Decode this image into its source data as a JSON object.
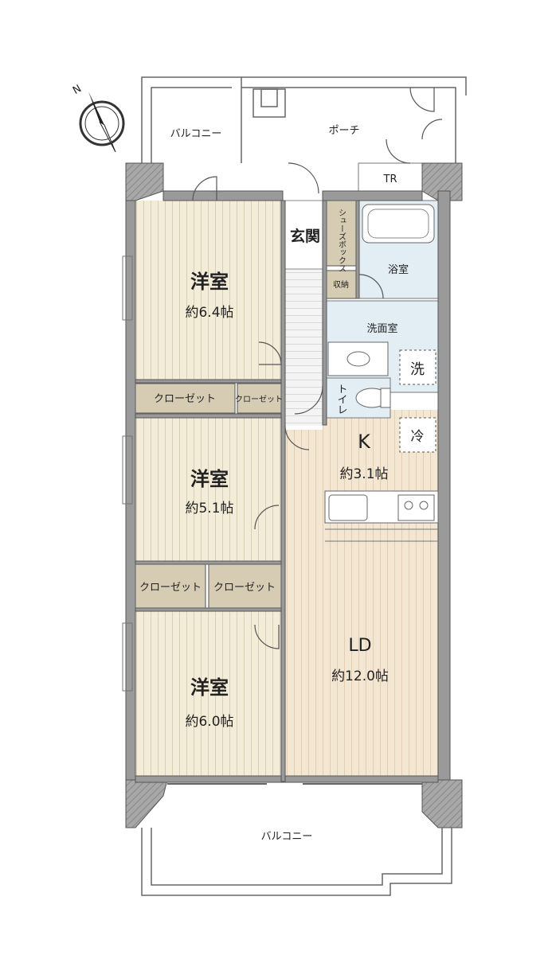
{
  "labels": {
    "balcony_top": "バルコニー",
    "porch": "ポーチ",
    "tr": "TR",
    "genkan": "玄関",
    "shoes_box": "シューズボックス",
    "shuno": "収納",
    "bath": "浴室",
    "washroom": "洗面室",
    "washer": "洗",
    "toilet": "トイレ",
    "fridge": "冷",
    "kitchen_name": "K",
    "kitchen_size": "約3.1帖",
    "room1_name": "洋室",
    "room1_size": "約6.4帖",
    "closet1": "クローゼット",
    "closet2": "クローゼット",
    "room2_name": "洋室",
    "room2_size": "約5.1帖",
    "closet3": "クローゼット",
    "closet4": "クローゼット",
    "room3_name": "洋室",
    "room3_size": "約6.0帖",
    "ld_name": "LD",
    "ld_size": "約12.0帖",
    "balcony_bottom": "バルコニー",
    "compass_n": "N"
  },
  "colors": {
    "wood_floor": "#f2ecd8",
    "wood_stripe": "#d6ccb0",
    "ld_floor": "#f3e6d2",
    "ld_stripe": "#e2cdb1",
    "wet_area": "#e3edf4",
    "closet": "#d6ccb4",
    "wall": "#9a9a9a"
  }
}
